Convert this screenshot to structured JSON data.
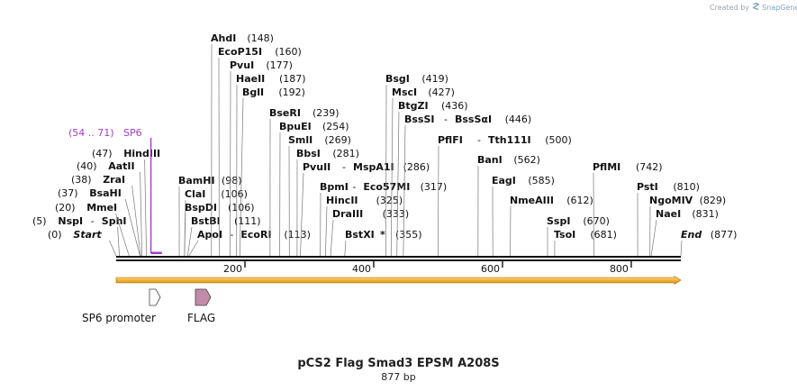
{
  "credit": {
    "prefix": "Created by",
    "brand": "SnapGene"
  },
  "map": {
    "name": "pCS2 Flag Smad3 EPSM A208S",
    "length_label": "877 bp",
    "length": 877,
    "ruler_ticks": [
      {
        "value": 200,
        "label": "200"
      },
      {
        "value": 400,
        "label": "400"
      },
      {
        "value": 600,
        "label": "600"
      },
      {
        "value": 800,
        "label": "800"
      }
    ],
    "primer": {
      "label": "SP6",
      "range_label": "(54 .. 71)",
      "start": 54,
      "end": 71,
      "color": "#a23cc8"
    },
    "features": [
      {
        "label": "SP6 promoter",
        "start": 54,
        "end": 71,
        "color": "#ffffff"
      },
      {
        "label": "FLAG",
        "start": 121,
        "end": 144,
        "color": "#c48aaa"
      }
    ],
    "sites": [
      {
        "name": "Start",
        "italic": true,
        "pos_label": "(0)",
        "pos": 0
      },
      {
        "name": "NspI",
        "name2": "SphI",
        "pos_label": "(5)",
        "pos": 5
      },
      {
        "name": "MmeI",
        "pos_label": "(20)",
        "pos": 20
      },
      {
        "name": "BsaHI",
        "pos_label": "(37)",
        "pos": 37
      },
      {
        "name": "ZraI",
        "pos_label": "(38)",
        "pos": 38
      },
      {
        "name": "AatII",
        "pos_label": "(40)",
        "pos": 40
      },
      {
        "name": "HindIII",
        "pos_label": "(47)",
        "pos": 47
      },
      {
        "name": "BamHI",
        "pos_label": "(98)",
        "pos": 98
      },
      {
        "name": "ClaI",
        "pos_label": "(106)",
        "pos": 106
      },
      {
        "name": "BspDI",
        "pos_label": "(106)",
        "pos": 106
      },
      {
        "name": "BstBI",
        "pos_label": "(111)",
        "pos": 111
      },
      {
        "name": "ApoI",
        "name2": "EcoRI",
        "pos_label": "(113)",
        "pos": 113
      },
      {
        "name": "AhdI",
        "pos_label": "(148)",
        "pos": 148
      },
      {
        "name": "EcoP15I",
        "pos_label": "(160)",
        "pos": 160
      },
      {
        "name": "PvuI",
        "pos_label": "(177)",
        "pos": 177
      },
      {
        "name": "HaeII",
        "pos_label": "(187)",
        "pos": 187
      },
      {
        "name": "BglI",
        "pos_label": "(192)",
        "pos": 192
      },
      {
        "name": "BseRI",
        "pos_label": "(239)",
        "pos": 239
      },
      {
        "name": "BpuEI",
        "pos_label": "(254)",
        "pos": 254
      },
      {
        "name": "SmlI",
        "pos_label": "(269)",
        "pos": 269
      },
      {
        "name": "BbsI",
        "pos_label": "(281)",
        "pos": 281
      },
      {
        "name": "PvuII",
        "name2": "MspA1I",
        "pos_label": "(286)",
        "pos": 286
      },
      {
        "name": "BpmI",
        "name2": "Eco57MI",
        "pos_label": "(317)",
        "pos": 317
      },
      {
        "name": "HincII",
        "pos_label": "(325)",
        "pos": 325
      },
      {
        "name": "DraIII",
        "pos_label": "(333)",
        "pos": 333
      },
      {
        "name": "BstXI",
        "star": "*",
        "pos_label": "(355)",
        "pos": 355
      },
      {
        "name": "BsgI",
        "pos_label": "(419)",
        "pos": 419
      },
      {
        "name": "MscI",
        "pos_label": "(427)",
        "pos": 427
      },
      {
        "name": "BtgZI",
        "pos_label": "(436)",
        "pos": 436
      },
      {
        "name": "BssSI",
        "name2": "BssSαI",
        "pos_label": "(446)",
        "pos": 446
      },
      {
        "name": "PflFI",
        "name2": "Tth111I",
        "pos_label": "(500)",
        "pos": 500
      },
      {
        "name": "BanI",
        "pos_label": "(562)",
        "pos": 562
      },
      {
        "name": "EagI",
        "pos_label": "(585)",
        "pos": 585
      },
      {
        "name": "NmeAIII",
        "pos_label": "(612)",
        "pos": 612
      },
      {
        "name": "SspI",
        "pos_label": "(670)",
        "pos": 670
      },
      {
        "name": "TsoI",
        "pos_label": "(681)",
        "pos": 681
      },
      {
        "name": "PflMI",
        "pos_label": "(742)",
        "pos": 742
      },
      {
        "name": "PstI",
        "pos_label": "(810)",
        "pos": 810
      },
      {
        "name": "NgoMIV",
        "pos_label": "(829)",
        "pos": 829
      },
      {
        "name": "NaeI",
        "pos_label": "(831)",
        "pos": 831
      },
      {
        "name": "End",
        "italic": true,
        "pos_label": "(877)",
        "pos": 877
      }
    ]
  }
}
